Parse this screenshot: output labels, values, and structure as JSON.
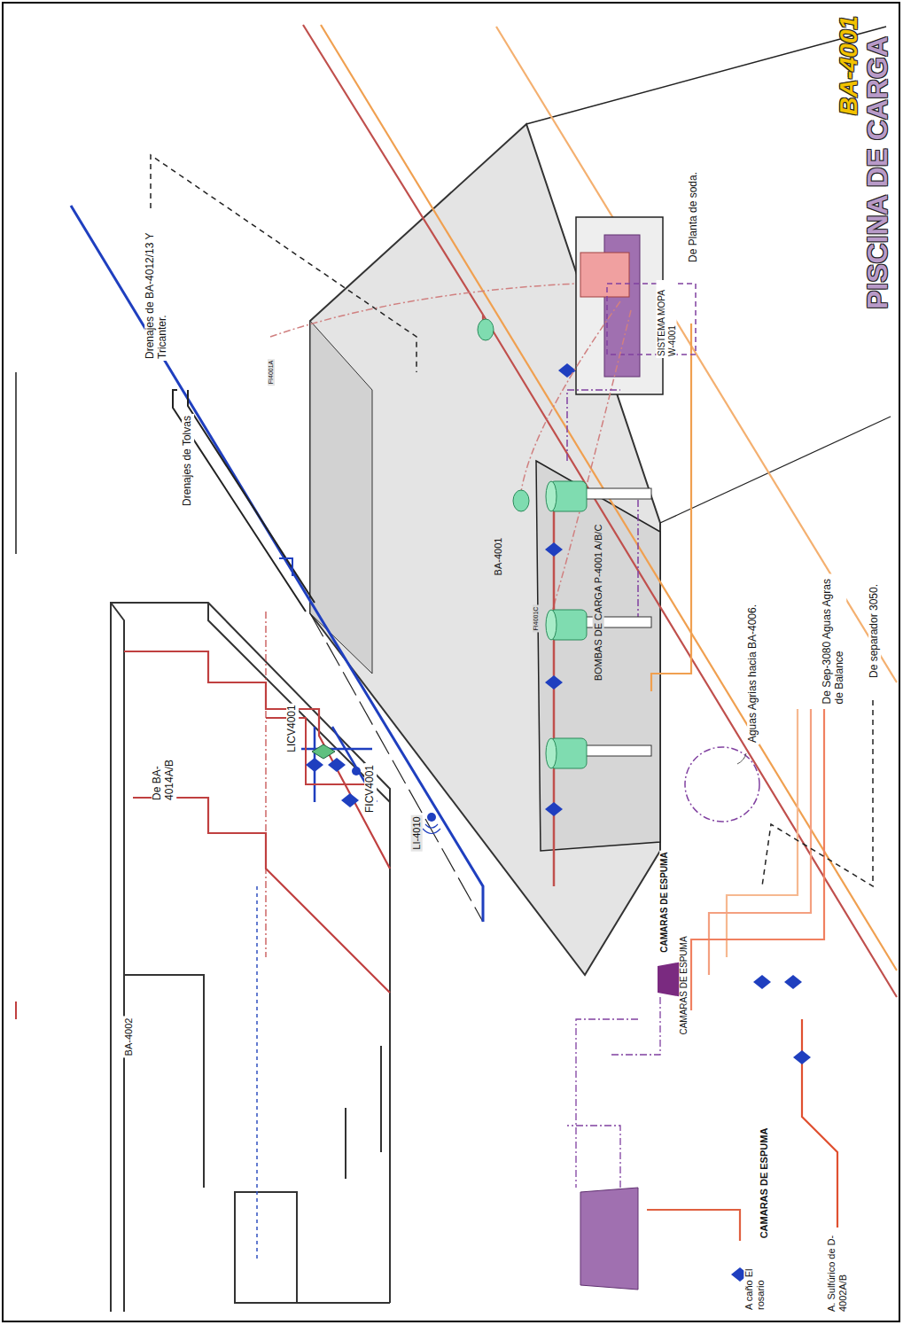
{
  "diagram": {
    "title": "PISCINA DE CARGA",
    "labels": [
      "BA-4001",
      "SISTEMA MOPA W-4001",
      "De Planta de soda.",
      "Drenajes de BA-4012/13 Y Tricanter.",
      "Drenajes de Tolvas",
      "FI4001A",
      "FI4001C",
      "BA-4001",
      "BOMBAS DE CARGA P-4001 A/B/C",
      "De BA-4014A/B",
      "LICV4001",
      "FICV4001",
      "LI-4010",
      "BA-4002",
      "CAMARAS DE ESPUMA",
      "CAMARAS DE ESPUMA",
      "CAMARAS DE ESPUMA",
      "A caño El rosario",
      "A. Sulfúrico de D-4002A/B",
      "Aguas Agrias hacia BA-4006.",
      "De Sep-3080 Aguas Agras de Balance",
      "De separador 3050."
    ]
  }
}
